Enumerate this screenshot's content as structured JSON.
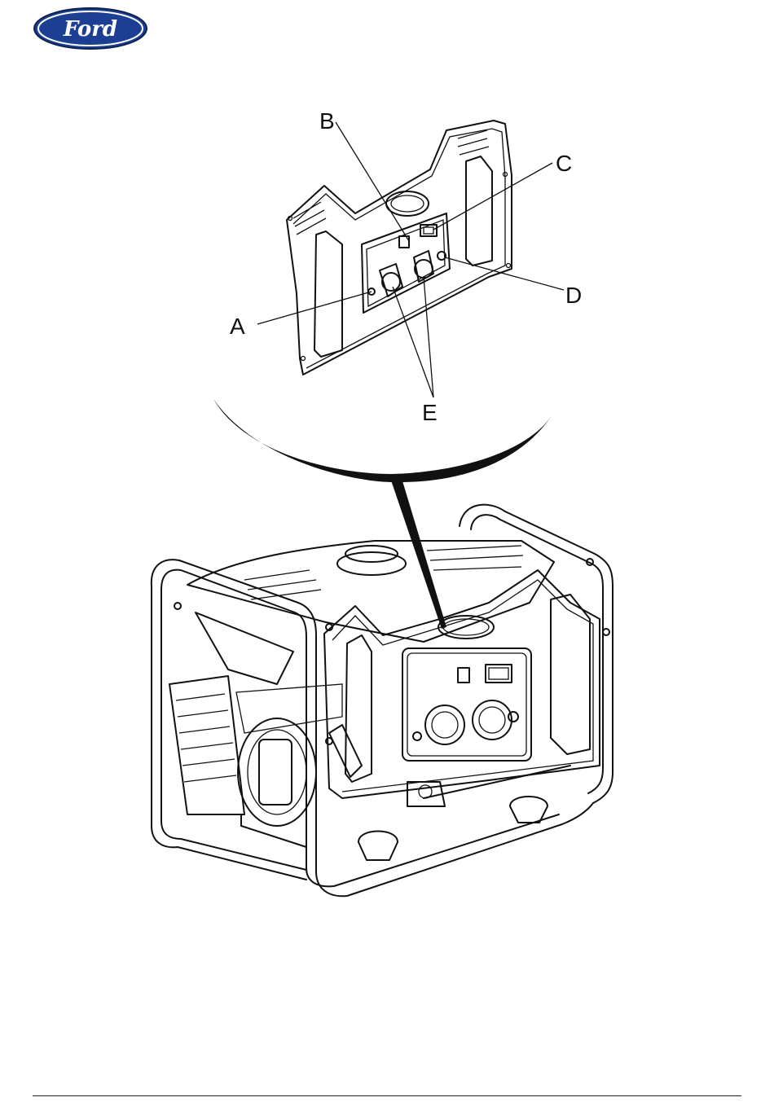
{
  "brand": {
    "logo_text": "Ford",
    "logo_color": "#1c3f94"
  },
  "figure": {
    "callouts": [
      {
        "id": "A",
        "label": "A"
      },
      {
        "id": "B",
        "label": "B"
      },
      {
        "id": "C",
        "label": "C"
      },
      {
        "id": "D",
        "label": "D"
      },
      {
        "id": "E",
        "label": "E"
      }
    ]
  },
  "colors": {
    "line": "#111111",
    "background": "#ffffff"
  }
}
